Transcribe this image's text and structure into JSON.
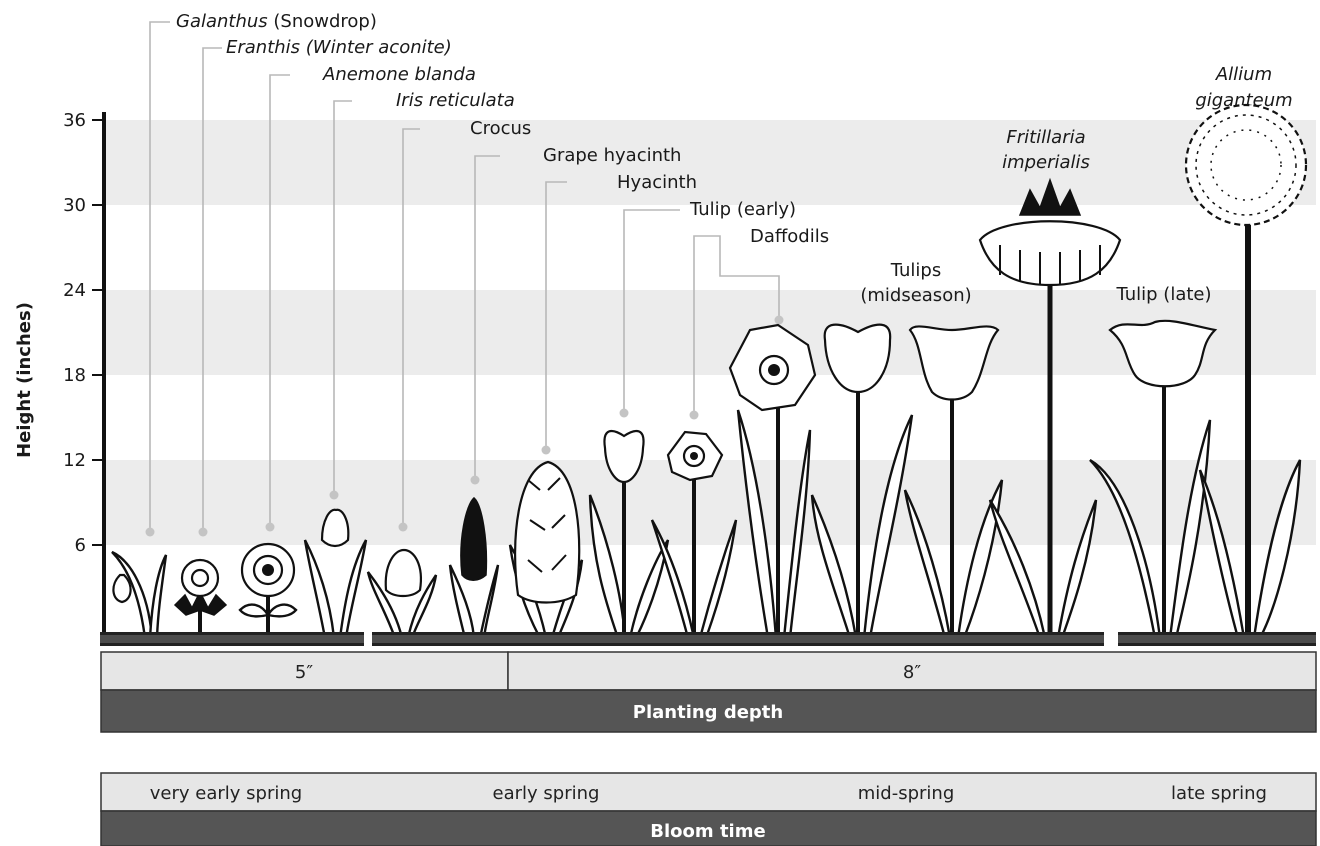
{
  "axis": {
    "title": "Height (inches)",
    "ticks": [
      "36",
      "30",
      "24",
      "18",
      "12",
      "6"
    ]
  },
  "plants": [
    {
      "id": "galanthus",
      "label_italic": "Galanthus",
      "label_rest": " (Snowdrop)",
      "height_in": 7
    },
    {
      "id": "eranthis",
      "label_italic": "Eranthis (Winter aconite)",
      "label_rest": "",
      "height_in": 7
    },
    {
      "id": "anemone",
      "label_italic": "Anemone blanda",
      "label_rest": "",
      "height_in": 7.5
    },
    {
      "id": "iris",
      "label_italic": "Iris reticulata",
      "label_rest": "",
      "height_in": 9.5
    },
    {
      "id": "crocus",
      "label_italic": "",
      "label_rest": "Crocus",
      "height_in": 7.5
    },
    {
      "id": "grape-hyacinth",
      "label_italic": "",
      "label_rest": "Grape hyacinth",
      "height_in": 11
    },
    {
      "id": "hyacinth",
      "label_italic": "",
      "label_rest": "Hyacinth",
      "height_in": 13
    },
    {
      "id": "tulip-early",
      "label_italic": "",
      "label_rest": "Tulip (early)",
      "height_in": 16
    },
    {
      "id": "daffodil-small",
      "label_italic": "",
      "label_rest": "",
      "height_in": 16
    },
    {
      "id": "daffodils",
      "label_italic": "",
      "label_rest": "Daffodils",
      "height_in": 22
    },
    {
      "id": "tulips-mid",
      "label_line1": "Tulips",
      "label_line2": "(midseason)",
      "height_in": 22
    },
    {
      "id": "fritillaria",
      "label_line1": "Fritillaria",
      "label_line2": "imperialis",
      "height_in": 33
    },
    {
      "id": "tulip-late",
      "label_italic": "",
      "label_rest": "Tulip (late)",
      "height_in": 22
    },
    {
      "id": "allium",
      "label_line1": "Allium",
      "label_line2": "giganteum",
      "height_in": 37
    }
  ],
  "planting_depth": {
    "title": "Planting depth",
    "segments": [
      "5″",
      "8″"
    ]
  },
  "bloom_time": {
    "title": "Bloom time",
    "segments": [
      "very early spring",
      "early spring",
      "mid-spring",
      "late spring"
    ]
  },
  "colors": {
    "band": "#ececec",
    "bar_light": "#e6e6e6",
    "bar_dark": "#555555",
    "leader": "#b8b8b8"
  }
}
